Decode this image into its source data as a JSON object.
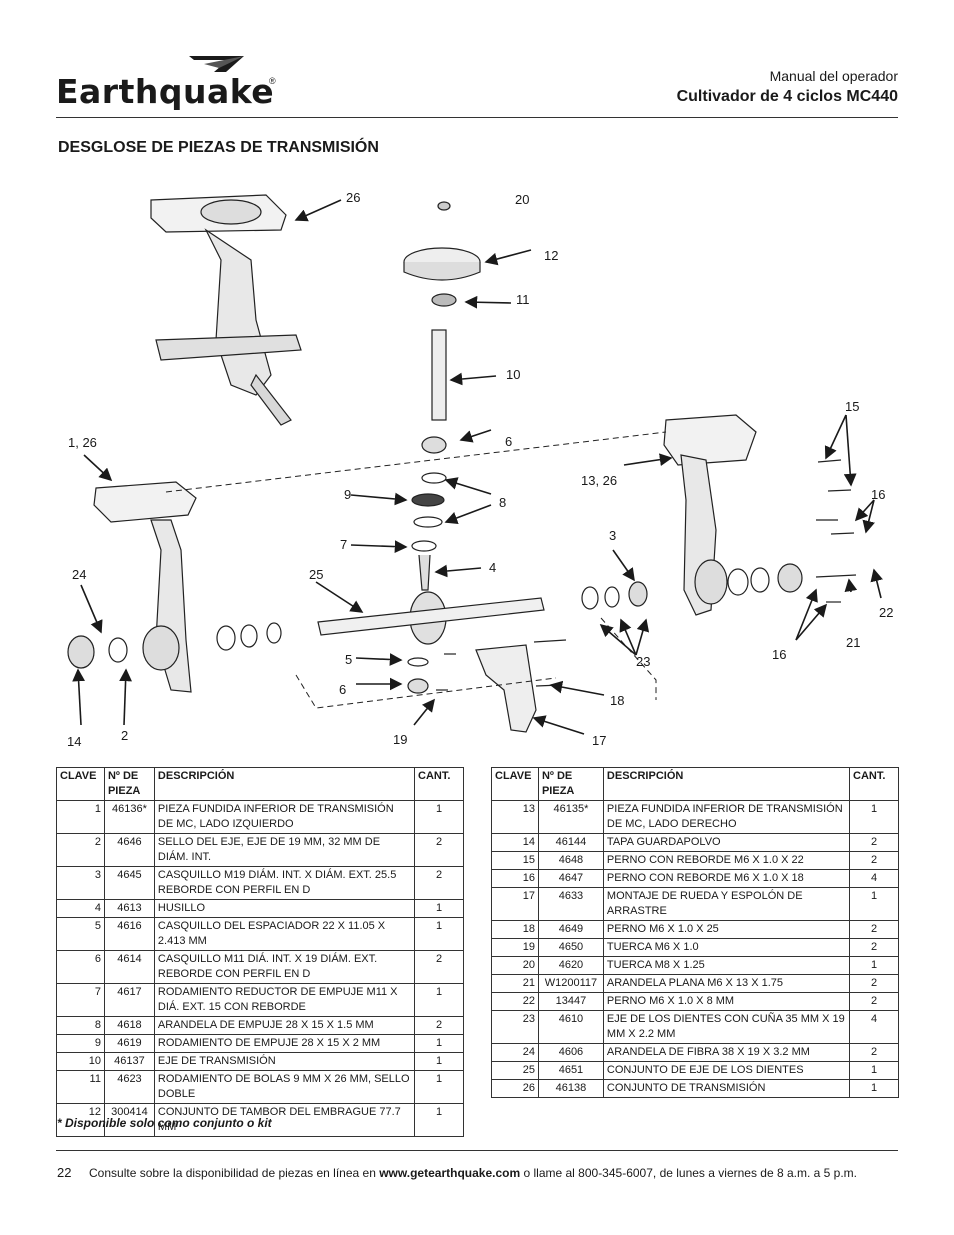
{
  "brand": {
    "logo_text": "Earthquake",
    "registered_mark": "®"
  },
  "header": {
    "manual": "Manual del operador",
    "model": "Cultivador de 4 ciclos MC440"
  },
  "section_title": "DESGLOSE DE PIEZAS DE TRANSMISIÓN",
  "callouts": [
    "26",
    "20",
    "12",
    "11",
    "10",
    "6",
    "15",
    "1, 26",
    "9",
    "8",
    "13, 26",
    "16",
    "7",
    "3",
    "24",
    "25",
    "4",
    "22",
    "5",
    "23",
    "21",
    "16",
    "6",
    "18",
    "14",
    "2",
    "19",
    "17"
  ],
  "table_headers": {
    "key": "CLAVE",
    "part_no": "Nº DE PIEZA",
    "description": "DESCRIPCIÓN",
    "qty": "CANT."
  },
  "parts_left": [
    {
      "key": "1",
      "part": "46136*",
      "desc": "PIEZA FUNDIDA INFERIOR DE TRANSMISIÓN DE MC, LADO IZQUIERDO",
      "qty": "1"
    },
    {
      "key": "2",
      "part": "4646",
      "desc": "SELLO DEL EJE, EJE DE 19 MM, 32 MM DE DIÁM. INT.",
      "qty": "2"
    },
    {
      "key": "3",
      "part": "4645",
      "desc": "CASQUILLO M19 DIÁM. INT. X DIÁM. EXT. 25.5 REBORDE CON PERFIL EN D",
      "qty": "2"
    },
    {
      "key": "4",
      "part": "4613",
      "desc": "HUSILLO",
      "qty": "1"
    },
    {
      "key": "5",
      "part": "4616",
      "desc": "CASQUILLO DEL ESPACIADOR 22 X 11.05 X 2.413 MM",
      "qty": "1"
    },
    {
      "key": "6",
      "part": "4614",
      "desc": "CASQUILLO M11 DIÁ. INT. X 19 DIÁM. EXT. REBORDE CON PERFIL EN D",
      "qty": "2"
    },
    {
      "key": "7",
      "part": "4617",
      "desc": "RODAMIENTO REDUCTOR DE EMPUJE M11 X DIÁ. EXT. 15 CON REBORDE",
      "qty": "1"
    },
    {
      "key": "8",
      "part": "4618",
      "desc": "ARANDELA DE EMPUJE 28 X 15 X 1.5 MM",
      "qty": "2"
    },
    {
      "key": "9",
      "part": "4619",
      "desc": "RODAMIENTO DE EMPUJE 28 X 15 X 2 MM",
      "qty": "1"
    },
    {
      "key": "10",
      "part": "46137",
      "desc": "EJE DE TRANSMISIÓN",
      "qty": "1"
    },
    {
      "key": "11",
      "part": "4623",
      "desc": "RODAMIENTO DE BOLAS 9 MM X 26 MM, SELLO DOBLE",
      "qty": "1"
    },
    {
      "key": "12",
      "part": "300414",
      "desc": "CONJUNTO DE TAMBOR DEL EMBRAGUE 77.7 MM",
      "qty": "1"
    }
  ],
  "parts_right": [
    {
      "key": "13",
      "part": "46135*",
      "desc": "PIEZA FUNDIDA INFERIOR DE TRANSMISIÓN DE MC, LADO DERECHO",
      "qty": "1"
    },
    {
      "key": "14",
      "part": "46144",
      "desc": "TAPA GUARDAPOLVO",
      "qty": "2"
    },
    {
      "key": "15",
      "part": "4648",
      "desc": "PERNO CON REBORDE M6 X 1.0 X 22",
      "qty": "2"
    },
    {
      "key": "16",
      "part": "4647",
      "desc": "PERNO CON REBORDE M6 X 1.0 X 18",
      "qty": "4"
    },
    {
      "key": "17",
      "part": "4633",
      "desc": "MONTAJE DE RUEDA Y ESPOLÓN DE ARRASTRE",
      "qty": "1"
    },
    {
      "key": "18",
      "part": "4649",
      "desc": "PERNO M6 X 1.0 X 25",
      "qty": "2"
    },
    {
      "key": "19",
      "part": "4650",
      "desc": "TUERCA M6 X 1.0",
      "qty": "2"
    },
    {
      "key": "20",
      "part": "4620",
      "desc": "TUERCA M8 X 1.25",
      "qty": "1"
    },
    {
      "key": "21",
      "part": "W1200117",
      "desc": "ARANDELA PLANA M6 X 13 X 1.75",
      "qty": "2"
    },
    {
      "key": "22",
      "part": "13447",
      "desc": "PERNO M6 X 1.0 X 8 MM",
      "qty": "2"
    },
    {
      "key": "23",
      "part": "4610",
      "desc": "EJE DE LOS DIENTES CON CUÑA 35 MM X 19 MM X 2.2 MM",
      "qty": "4"
    },
    {
      "key": "24",
      "part": "4606",
      "desc": "ARANDELA DE FIBRA 38 X 19 X 3.2 MM",
      "qty": "2"
    },
    {
      "key": "25",
      "part": "4651",
      "desc": "CONJUNTO DE EJE DE LOS DIENTES",
      "qty": "1"
    },
    {
      "key": "26",
      "part": "46138",
      "desc": "CONJUNTO DE TRANSMISIÓN",
      "qty": "1"
    }
  ],
  "footnote": "* Disponible solo como conjunto o kit",
  "footer": {
    "page": "22",
    "text_before": "Consulte sobre la disponibilidad de piezas en línea en ",
    "website": "www.getearthquake.com",
    "text_after": " o llame al 800-345-6007, de lunes a viernes de 8 a.m. a 5 p.m."
  }
}
